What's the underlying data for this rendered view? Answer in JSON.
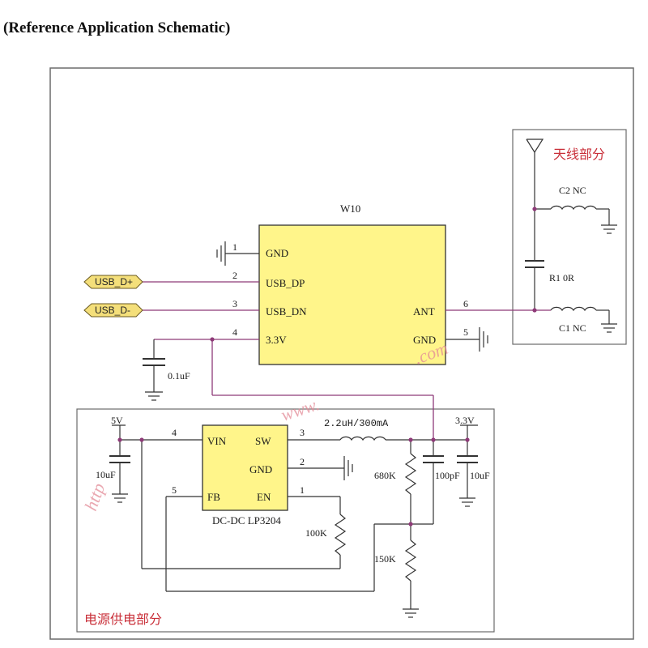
{
  "heading": "(Reference Application Schematic)",
  "colors": {
    "frame": "#6b6b6b",
    "wire": "#8e3a78",
    "chip_fill": "#fff58a",
    "section_label": "#c9303a",
    "watermark": "#e38b98"
  },
  "module": {
    "name": "W10",
    "pins": [
      {
        "num": "1",
        "label": "GND"
      },
      {
        "num": "2",
        "label": "USB_DP"
      },
      {
        "num": "3",
        "label": "USB_DN"
      },
      {
        "num": "4",
        "label": "3.3V"
      },
      {
        "num": "6",
        "label": "ANT"
      },
      {
        "num": "5",
        "label": "GND"
      }
    ]
  },
  "ports": [
    "USB_D+",
    "USB_D-"
  ],
  "decoupling_cap": "0.1uF",
  "antenna": {
    "section_label": "天线部分",
    "c2": "C2 NC",
    "r1": "R1 0R",
    "c1": "C1 NC"
  },
  "power": {
    "section_label": "电源供电部分",
    "chip_name": "DC-DC LP3204",
    "pins": [
      {
        "num": "4",
        "label": "VIN"
      },
      {
        "num": "3",
        "label": "SW"
      },
      {
        "num": "2",
        "label": "GND"
      },
      {
        "num": "5",
        "label": "FB"
      },
      {
        "num": "1",
        "label": "EN"
      }
    ],
    "net_5v": "5V",
    "net_3v3": "3.3V",
    "inductor": "2.2uH/300mA",
    "cap_in": "10uF",
    "res_en": "100K",
    "res_top": "680K",
    "res_bot": "150K",
    "cap_ff": "100pF",
    "cap_out": "10uF"
  },
  "watermarks": [
    "http",
    "www.",
    ".com"
  ]
}
